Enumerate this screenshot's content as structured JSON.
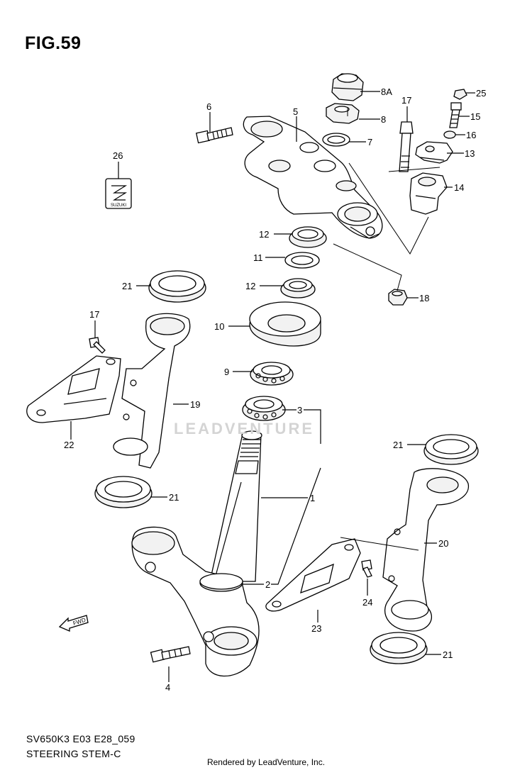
{
  "figure": {
    "title": "FIG.59",
    "code": "SV650K3 E03 E28_059",
    "name": "STEERING STEM-C",
    "credit": "Rendered by LeadVenture, Inc.",
    "watermark": "LEADVENTURE",
    "fwd_label": "FWD",
    "badge_text": "SUZUKI"
  },
  "callouts": {
    "c1": "1",
    "c2": "2",
    "c3": "3",
    "c4": "4",
    "c5": "5",
    "c6": "6",
    "c7": "7",
    "c8": "8",
    "c8a": "8A",
    "c9": "9",
    "c10": "10",
    "c11": "11",
    "c12a": "12",
    "c12b": "12",
    "c13": "13",
    "c14": "14",
    "c15": "15",
    "c16": "16",
    "c17a": "17",
    "c17b": "17",
    "c18": "18",
    "c19": "19",
    "c20": "20",
    "c21a": "21",
    "c21b": "21",
    "c21c": "21",
    "c21d": "21",
    "c22": "22",
    "c23": "23",
    "c24": "24",
    "c25": "25",
    "c26": "26"
  }
}
